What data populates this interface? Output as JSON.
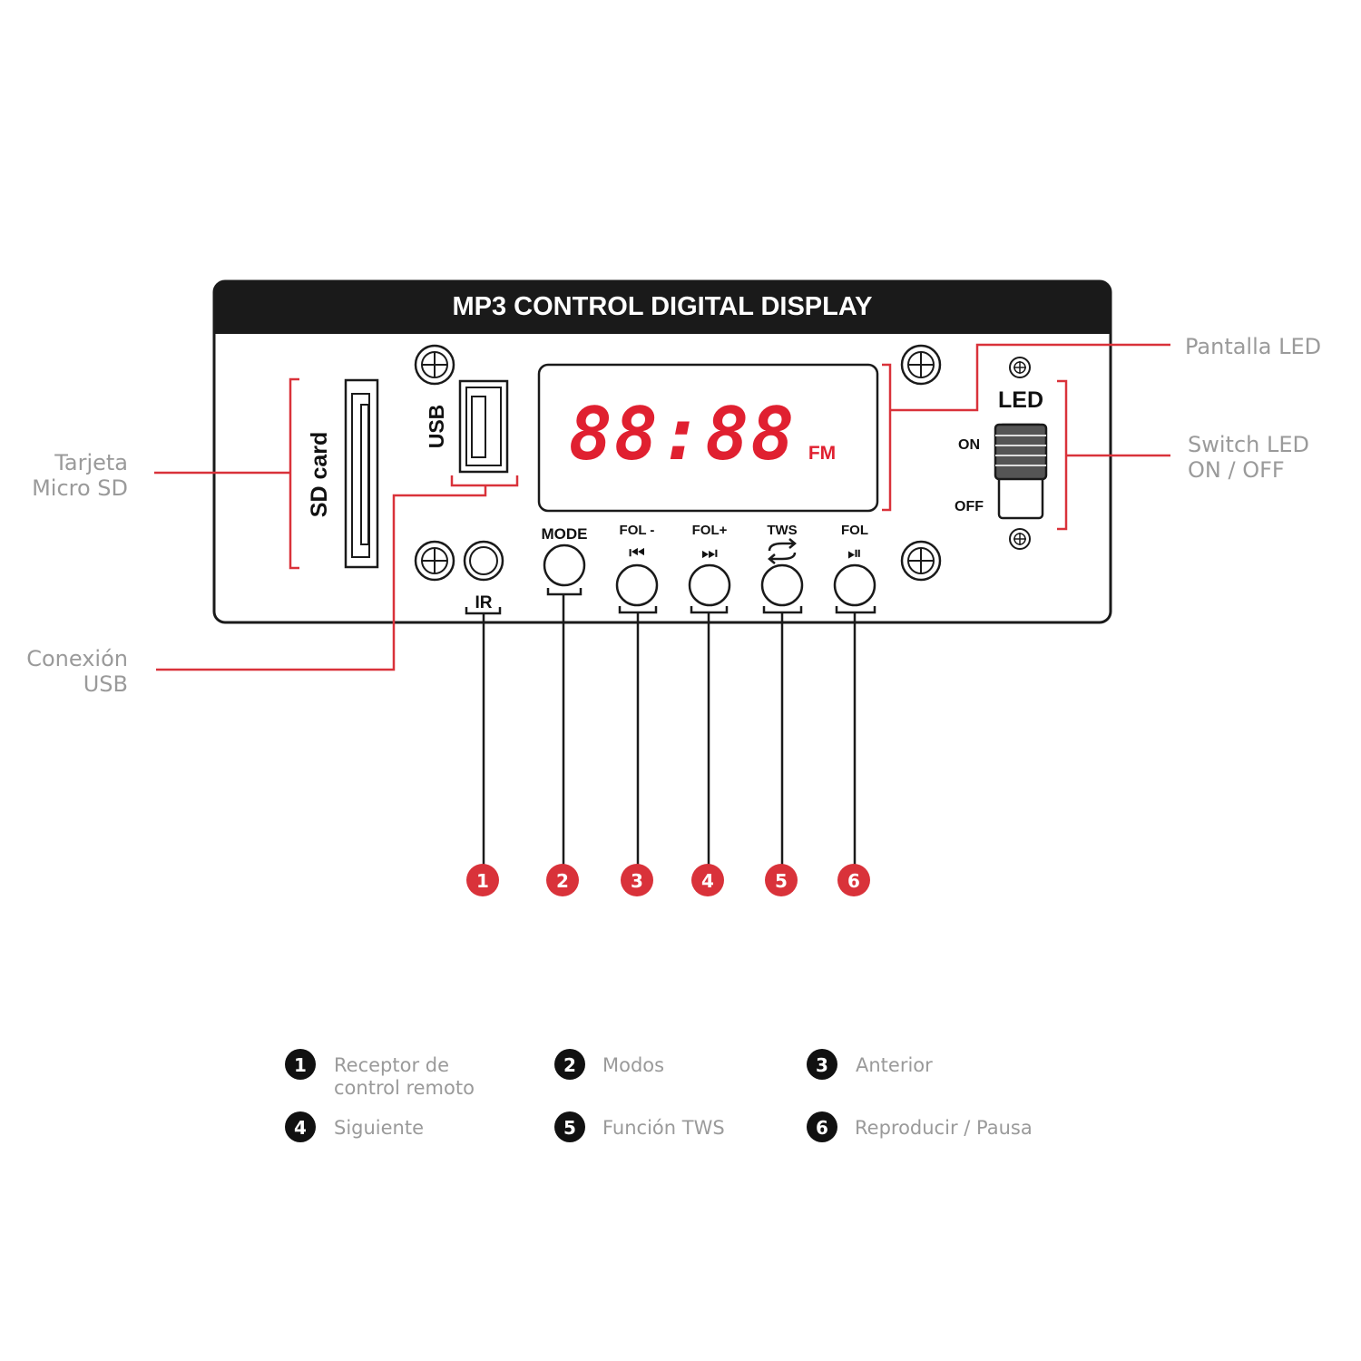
{
  "panel": {
    "title": "MP3 CONTROL DIGITAL DISPLAY",
    "sd_label": "SD card",
    "usb_label": "USB",
    "display": {
      "digits": "88:88",
      "band": "FM"
    },
    "switch": {
      "title": "LED",
      "on": "ON",
      "off": "OFF"
    },
    "ir_label": "IR",
    "buttons": [
      {
        "top_label": "MODE",
        "icon": ""
      },
      {
        "top_label": "FOL -",
        "icon": "⏮"
      },
      {
        "top_label": "FOL+",
        "icon": "⏭"
      },
      {
        "top_label": "TWS",
        "icon": "repeat-icon"
      },
      {
        "top_label": "FOL",
        "icon": "⏯"
      }
    ]
  },
  "callouts": {
    "tarjeta": [
      "Tarjeta",
      "Micro SD"
    ],
    "usb": [
      "Conexión",
      "USB"
    ],
    "pantalla": [
      "Pantalla LED"
    ],
    "switch": [
      "Switch LED",
      "ON / OFF"
    ]
  },
  "markers": [
    "1",
    "2",
    "3",
    "4",
    "5",
    "6"
  ],
  "legend": [
    {
      "num": "1",
      "lines": [
        "Receptor de",
        "control remoto"
      ]
    },
    {
      "num": "2",
      "lines": [
        "Modos"
      ]
    },
    {
      "num": "3",
      "lines": [
        "Anterior"
      ]
    },
    {
      "num": "4",
      "lines": [
        "Siguiente"
      ]
    },
    {
      "num": "5",
      "lines": [
        "Función TWS"
      ]
    },
    {
      "num": "6",
      "lines": [
        "Reproducir / Pausa"
      ]
    }
  ],
  "colors": {
    "accent": "#d9323a",
    "text_gray": "#9a9a9a",
    "panel_header": "#1a1a1a",
    "digit_red": "#e02030"
  }
}
